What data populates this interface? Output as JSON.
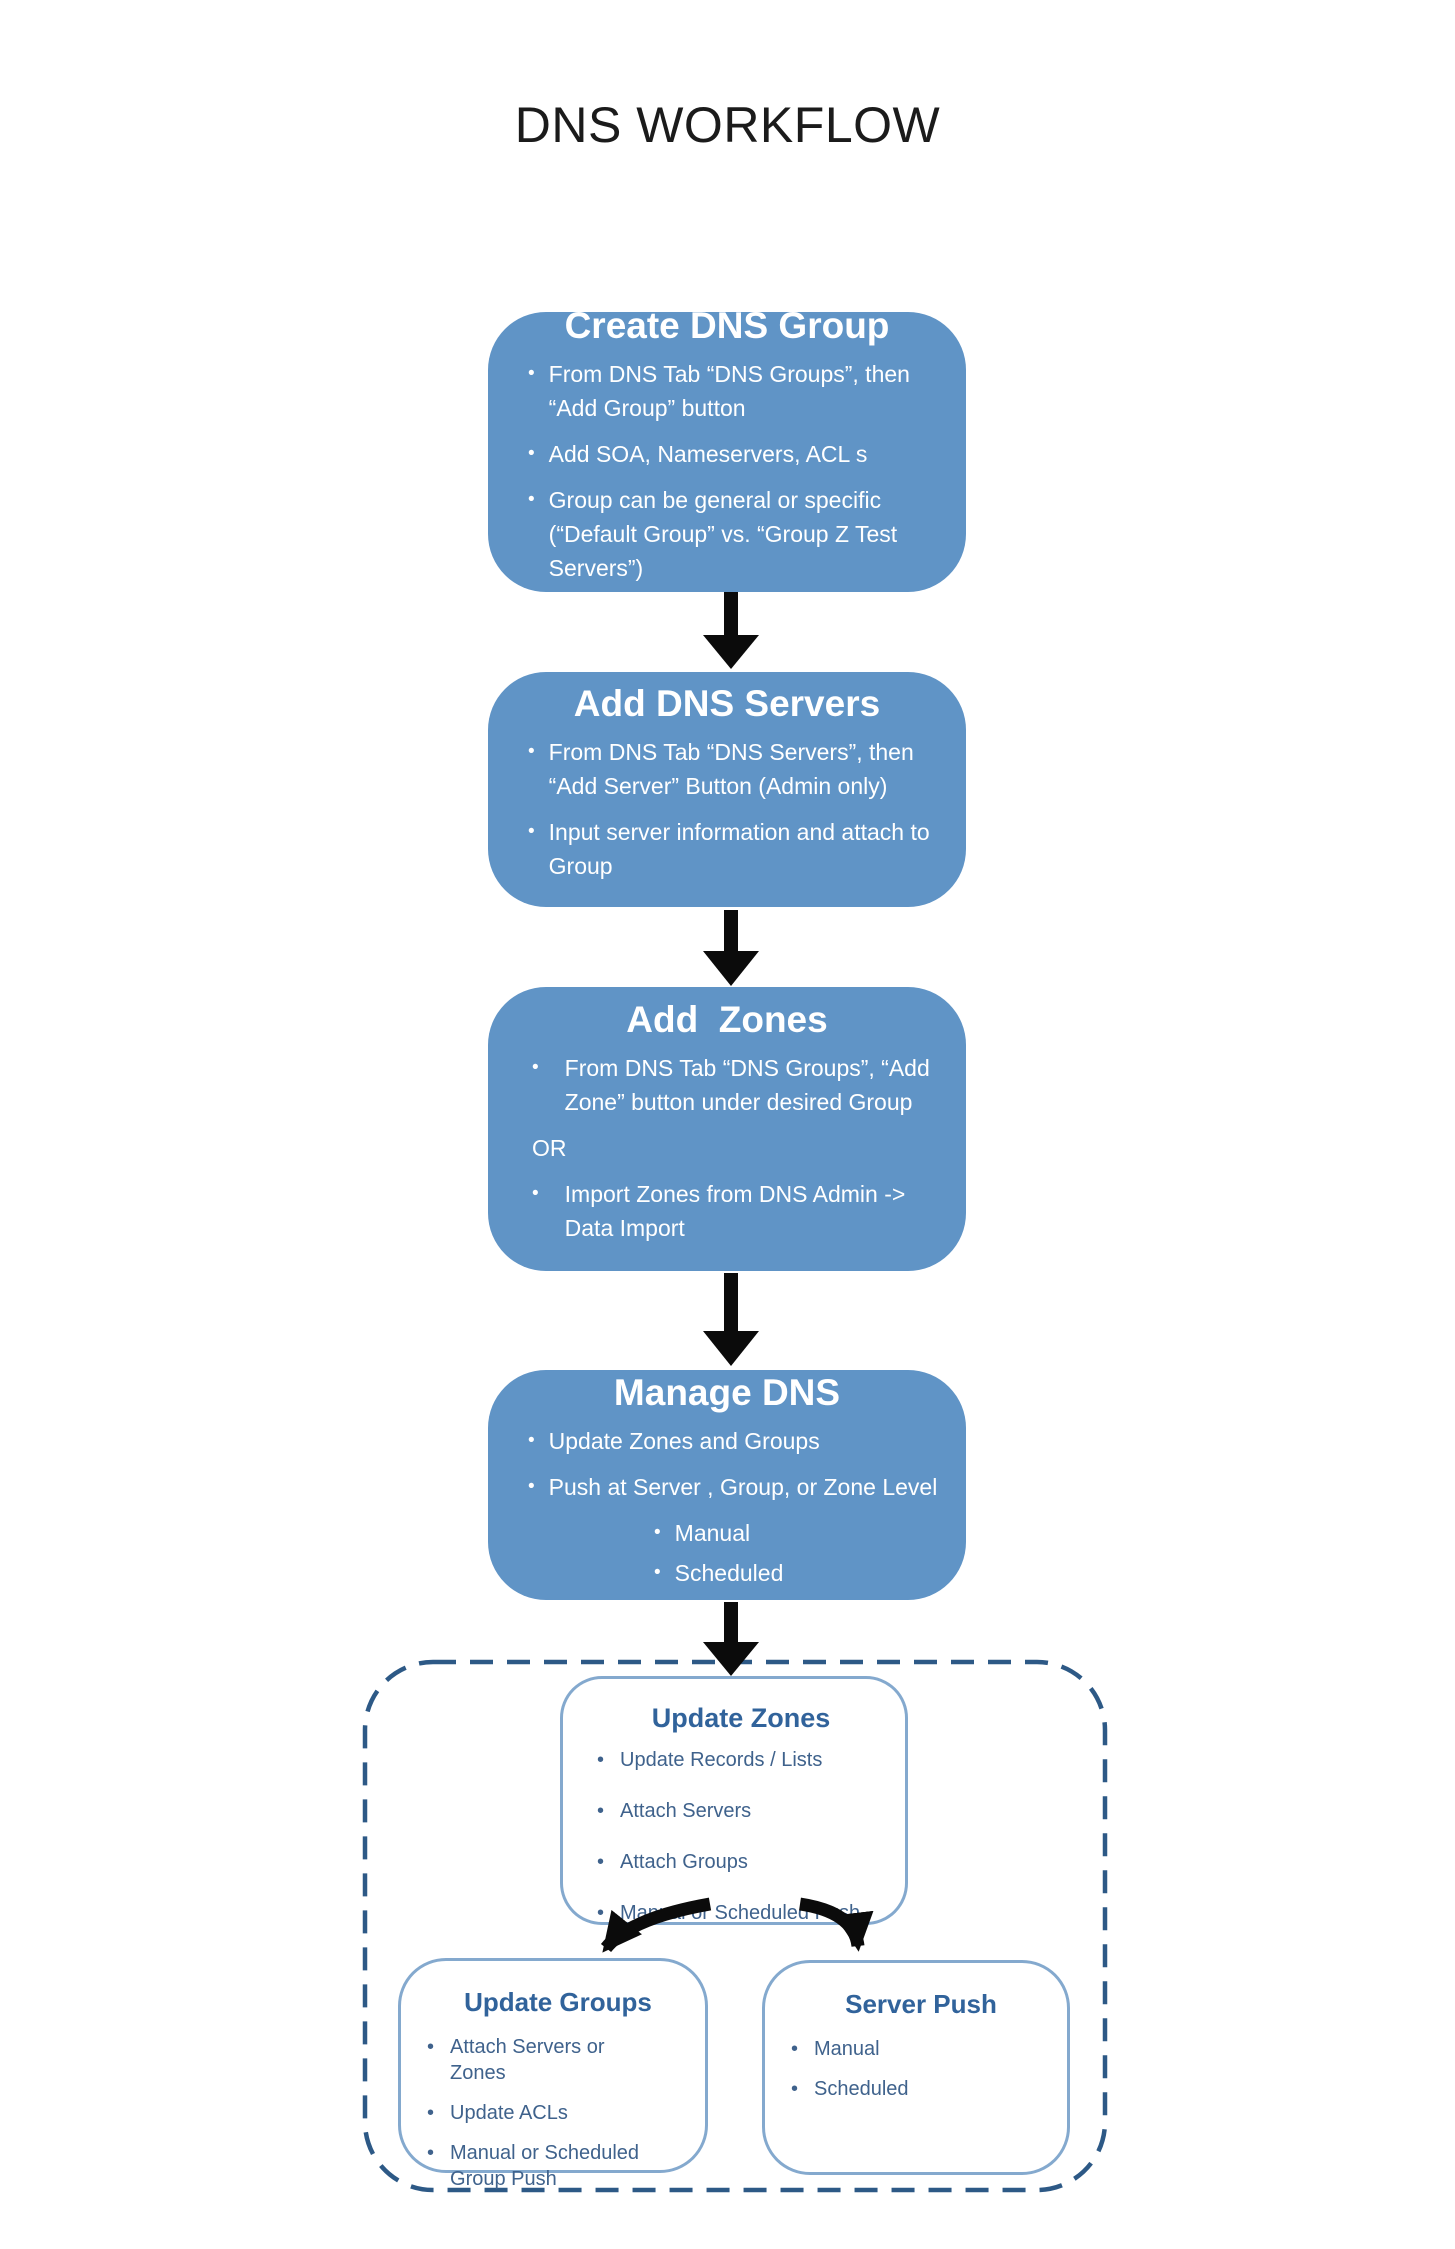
{
  "page": {
    "title": "DNS WORKFLOW"
  },
  "colors": {
    "flow_box_fill": "#6094C6",
    "flow_box_text": "#FFFFFF",
    "detail_box_border": "#84A9CE",
    "detail_title_text": "#31639B",
    "detail_body_text": "#3F628C",
    "dashed_boundary": "#2D5986",
    "arrow": "#0B0B0B",
    "page_title_text": "#1B1B1B"
  },
  "flow": {
    "steps": [
      {
        "title": "Create DNS Group",
        "bullets": [
          "From DNS Tab “DNS Groups”, then “Add Group” button",
          "Add SOA, Nameservers, ACL s",
          "Group can be general or specific (“Default Group” vs. “Group Z Test Servers”)"
        ]
      },
      {
        "title": "Add DNS Servers",
        "bullets": [
          "From DNS Tab “DNS Servers”, then “Add Server” Button (Admin only)",
          "Input server information and attach to Group"
        ]
      },
      {
        "title": "Add  Zones",
        "items": [
          {
            "type": "bullet",
            "text": "From DNS Tab “DNS Groups”, “Add Zone” button under desired Group"
          },
          {
            "type": "plain",
            "text": "OR"
          },
          {
            "type": "bullet",
            "text": "Import Zones from DNS Admin -> Data Import"
          }
        ]
      },
      {
        "title": "Manage DNS",
        "bullets": [
          "Update Zones and Groups",
          "Push at Server , Group, or Zone Level"
        ],
        "sub_bullets": [
          "Manual",
          "Scheduled"
        ]
      }
    ]
  },
  "details": {
    "update_zones": {
      "title": "Update Zones",
      "bullets": [
        "Update Records / Lists",
        "Attach Servers",
        "Attach Groups",
        "Manual or Scheduled Push"
      ]
    },
    "update_groups": {
      "title": "Update Groups",
      "bullets": [
        "Attach Servers or Zones",
        "Update ACLs",
        "Manual or Scheduled Group Push"
      ]
    },
    "server_push": {
      "title": "Server Push",
      "bullets": [
        "Manual",
        "Scheduled"
      ]
    }
  },
  "glyphs": {
    "bullet_dot": "•"
  }
}
